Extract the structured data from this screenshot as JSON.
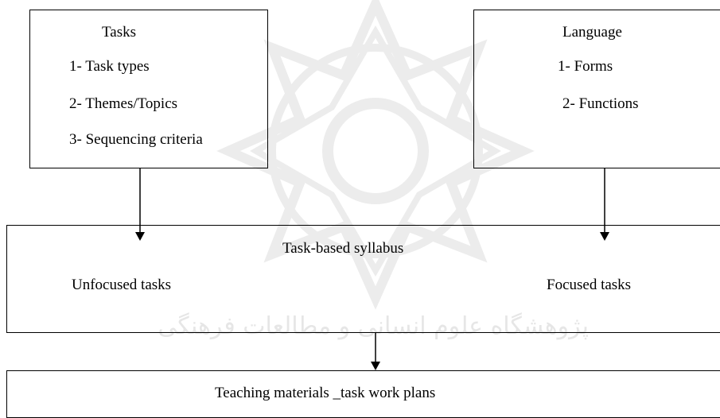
{
  "tasks": {
    "title": "Tasks",
    "items": [
      "1- Task types",
      "2- Themes/Topics",
      "3- Sequencing criteria"
    ]
  },
  "language": {
    "title": "Language",
    "items": [
      "1- Forms",
      "2- Functions"
    ]
  },
  "syllabus": {
    "title": "Task-based syllabus",
    "unfocused": "Unfocused tasks",
    "focused": "Focused tasks"
  },
  "materials": {
    "title": "Teaching materials _task work plans"
  },
  "watermark": {
    "text": "پژوهشگاه علوم انسانی و مطالعات فرهنگی",
    "color": "#e6e6e6"
  }
}
